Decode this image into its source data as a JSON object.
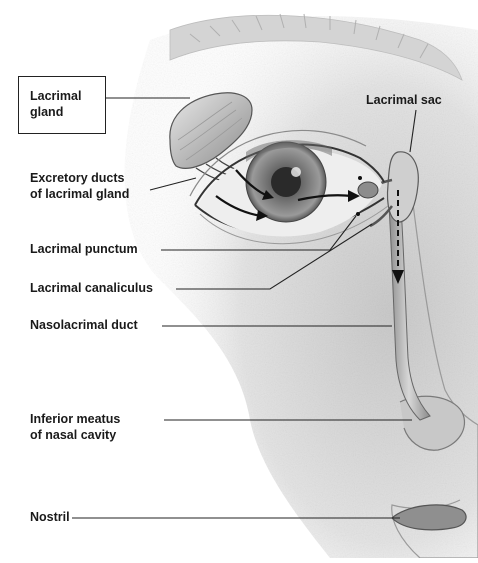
{
  "diagram": {
    "subject": "Lacrimal apparatus of the eye",
    "labels": {
      "lacrimal_gland": [
        "Lacrimal",
        "gland"
      ],
      "lacrimal_sac": "Lacrimal sac",
      "excretory_ducts": [
        "Excretory ducts",
        "of lacrimal gland"
      ],
      "lacrimal_punctum": "Lacrimal punctum",
      "lacrimal_canaliculus": "Lacrimal canaliculus",
      "nasolacrimal_duct": "Nasolacrimal duct",
      "inferior_meatus": [
        "Inferior meatus",
        "of nasal cavity"
      ],
      "nostril": "Nostril"
    },
    "colors": {
      "ink": "#1a1a1a",
      "shade_dark": "#7a7a7a",
      "shade_mid": "#b5b5b5",
      "shade_light": "#d9d9d9",
      "paper": "#ffffff"
    }
  }
}
